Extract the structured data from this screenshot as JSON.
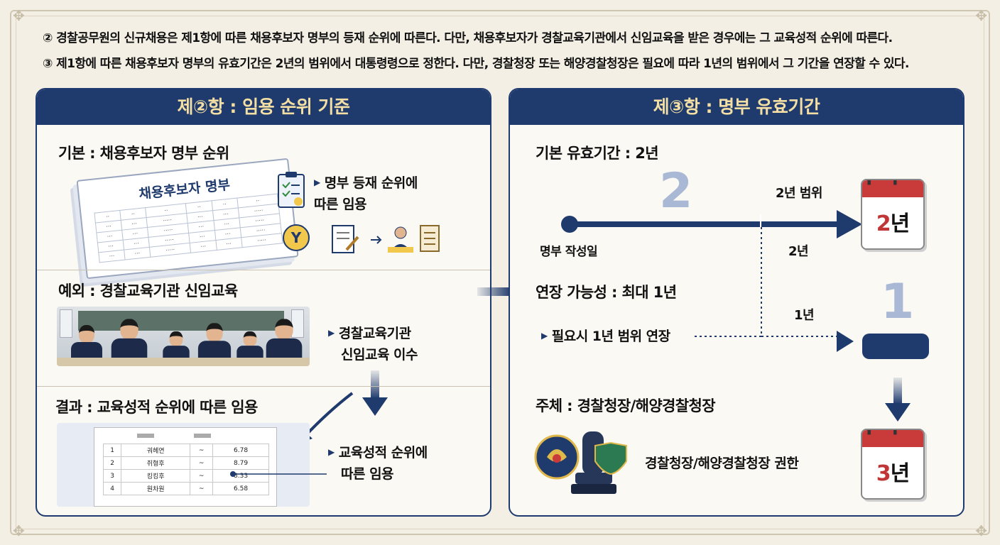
{
  "header": {
    "line2": "② 경찰공무원의 신규채용은 제1항에 따른 채용후보자 명부의 등재 순위에 따른다. 다만, 채용후보자가 경찰교육기관에서 신임교육을 받은 경우에는 그 교육성적 순위에 따른다.",
    "line3": "③ 제1항에 따른 채용후보자 명부의 유효기간은 2년의 범위에서 대통령령으로 정한다. 다만, 경찰청장 또는 해양경찰청장은 필요에 따라 1년의 범위에서 그 기간을 연장할 수 있다."
  },
  "left": {
    "title": "제②항 : 임용 순위 기준",
    "basic_title": "기본 : 채용후보자 명부 순위",
    "roster_doc_title": "채용후보자 명부",
    "roster_badge": "Y",
    "basic_bullet": [
      "명부 등재 순위에",
      "따른 임용"
    ],
    "exception_title": "예외 : 경찰교육기관 신임교육",
    "exception_bullet": [
      "경찰교육기관",
      "신임교육 이수"
    ],
    "result_title": "결과 : 교육성적 순위에 따른 임용",
    "result_bullet": [
      "교육성적 순위에",
      "따른 임용"
    ],
    "score_rows": [
      {
        "rank": "1",
        "name": "궈헤연",
        "mark": "~",
        "score": "6.78"
      },
      {
        "rank": "2",
        "name": "쥐형후",
        "mark": "~",
        "score": "8.79"
      },
      {
        "rank": "3",
        "name": "킹킹후",
        "mark": "~",
        "score": "8.33"
      },
      {
        "rank": "4",
        "name": "원차원",
        "mark": "~",
        "score": "6.58"
      }
    ]
  },
  "right": {
    "title": "제③항 : 명부 유효기간",
    "basic_title": "기본 유효기간 : 2년",
    "big_two": "2",
    "range_label": "2년 범위",
    "start_label": "명부 작성일",
    "two_year_label": "2년",
    "cal1_num": "2",
    "cal1_unit": "년",
    "extension_title": "연장 가능성 : 최대 1년",
    "one_year_label": "1년",
    "big_one": "1",
    "extension_bullet": "필요시 1년 범위 연장",
    "subject_title": "주체 : 경찰청장/해양경찰청장",
    "authority_label": "경찰청장/해양경찰청장 권한",
    "cal2_num": "3",
    "cal2_unit": "년"
  },
  "colors": {
    "navy": "#1f3a6d",
    "gold_title": "#f3dfa4",
    "calendar_red": "#c93a3a",
    "background": "#f3efe4"
  }
}
